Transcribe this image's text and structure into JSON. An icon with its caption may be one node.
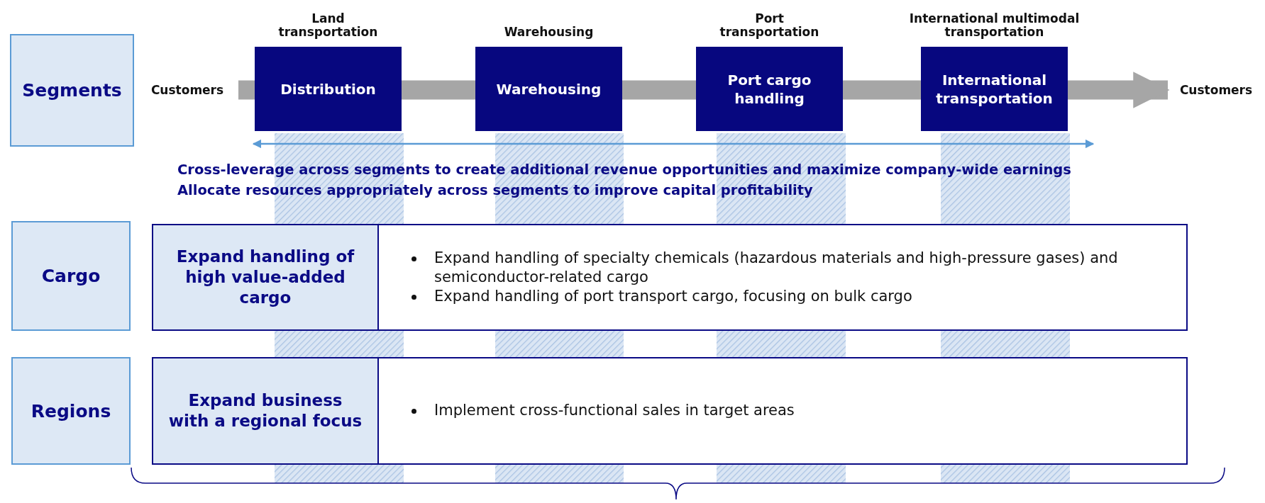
{
  "diagram": {
    "nodes": [
      {
        "text": [
          "Segments"
        ]
      },
      {
        "text": [
          "Customers"
        ]
      },
      {
        "text": [
          "Distribution"
        ],
        "beside": [
          "Land transportation"
        ]
      },
      {
        "text": [
          "Warehousing"
        ],
        "beside": [
          "Warehousing"
        ]
      },
      {
        "text": [
          "Port cargo handling"
        ],
        "beside": [
          "Port transportation"
        ]
      },
      {
        "text": [
          "International transportation"
        ],
        "beside": [
          "International multimodal transportation"
        ]
      },
      {
        "text": [
          "Customers"
        ]
      },
      {
        "text": [
          "Cargo"
        ]
      },
      {
        "text": [
          "Expand handling of high value-added cargo",
          "Expand handling of specialty chemicals (hazardous materials and high-pressure gases) and semiconductor-related cargo",
          "Expand handling of port transport cargo, focusing on bulk cargo"
        ]
      },
      {
        "text": [
          "Regions"
        ]
      },
      {
        "text": [
          "Expand business with a regional focus",
          "Implement cross-functional sales in target areas"
        ]
      }
    ],
    "edges": [
      {
        "from": 1,
        "to": 2,
        "arrow": "none"
      },
      {
        "from": 2,
        "to": 3,
        "arrow": "none"
      },
      {
        "from": 3,
        "to": 4,
        "arrow": "none"
      },
      {
        "from": 4,
        "to": 5,
        "arrow": "none"
      },
      {
        "from": 5,
        "to": 6,
        "arrow": "to"
      }
    ],
    "labels": [
      "Cross-leverage across segments to create additional revenue opportunities and maximize company-wide earnings",
      "Allocate resources appropriately across segments to improve capital profitability"
    ]
  }
}
